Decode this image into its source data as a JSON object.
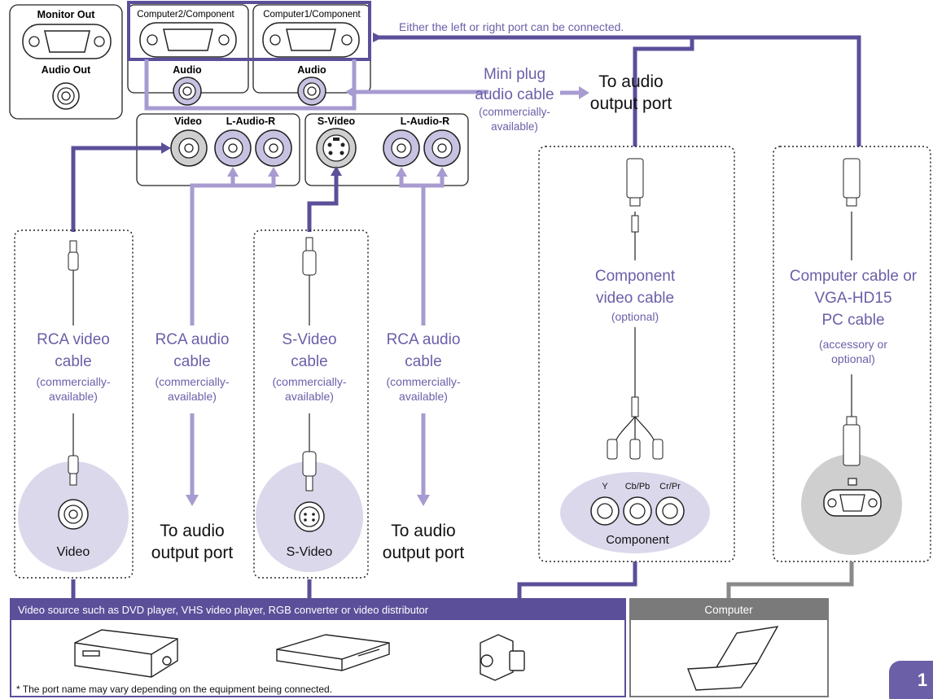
{
  "ports": {
    "monitor_out": "Monitor Out",
    "audio_out": "Audio Out",
    "computer2": "Computer2/Component",
    "computer1": "Computer1/Component",
    "audio_left": "Audio",
    "audio_right": "Audio",
    "video": "Video",
    "l_audio_r_1": "L-Audio-R",
    "s_video": "S-Video",
    "l_audio_r_2": "L-Audio-R"
  },
  "note_top": "Either the left or right port can be connected.",
  "mini_plug": {
    "line1": "Mini plug",
    "line2": "audio cable",
    "line3": "(commercially-",
    "line4": "available)",
    "to_line1": "To  audio",
    "to_line2": "output port"
  },
  "cables": {
    "rca_video": {
      "l1": "RCA video",
      "l2": "cable",
      "l3": "(commercially-",
      "l4": "available)"
    },
    "rca_audio_1": {
      "l1": "RCA audio",
      "l2": "cable",
      "l3": "(commercially-",
      "l4": "available)"
    },
    "s_video": {
      "l1": "S-Video",
      "l2": "cable",
      "l3": "(commercially-",
      "l4": "available)"
    },
    "rca_audio_2": {
      "l1": "RCA audio",
      "l2": "cable",
      "l3": "(commercially-",
      "l4": "available)"
    },
    "component": {
      "l1": "Component",
      "l2": "video cable",
      "l3": "(optional)"
    },
    "computer": {
      "l1": "Computer cable or",
      "l2": "VGA-HD15",
      "l3": "PC cable",
      "l4": "(accessory or",
      "l5": "optional)"
    }
  },
  "to_audio_1": {
    "l1": "To  audio",
    "l2": "output port"
  },
  "to_audio_2": {
    "l1": "To  audio",
    "l2": "output port"
  },
  "sources": {
    "video": "Video",
    "s_video": "S-Video",
    "component": "Component",
    "y": "Y",
    "cb_pb": "Cb/Pb",
    "cr_pr": "Cr/Pr"
  },
  "bottom": {
    "video_source": "Video source such as DVD player, VHS video player, RGB converter or video distributor",
    "computer": "Computer",
    "footnote": "* The port name may vary depending on the equipment being connected."
  },
  "page_number": "1",
  "colors": {
    "dark_purple": "#5b4f9a",
    "light_purple": "#a79bd0",
    "circle_fill": "#dcd8ec",
    "gray_panel": "#7a7a7a",
    "label_purple": "#6b5fa8"
  }
}
